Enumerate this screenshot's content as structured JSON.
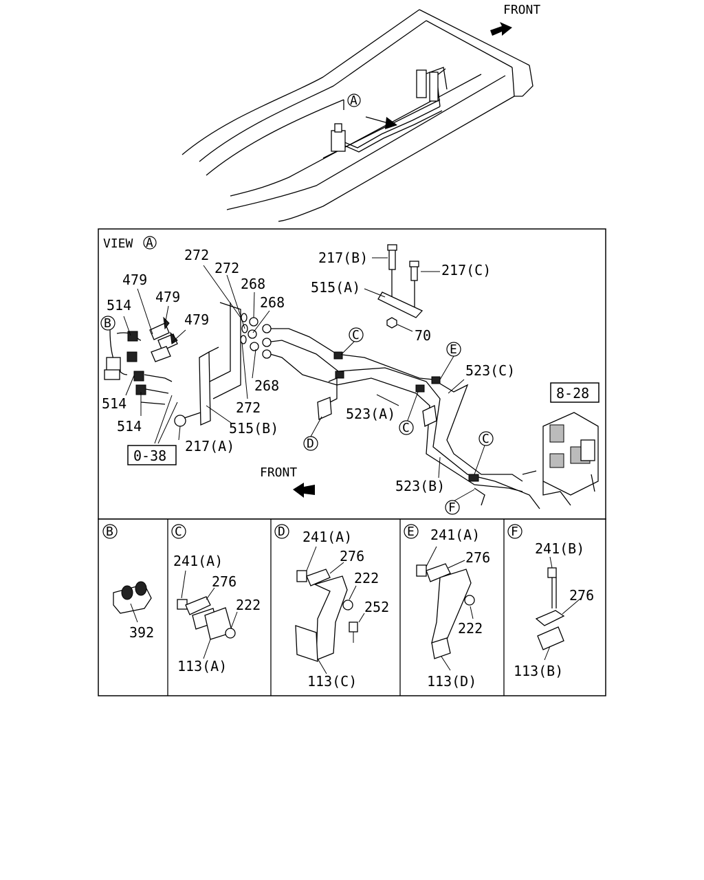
{
  "top_view": {
    "front_label": "FRONT",
    "view_marker": "A"
  },
  "main_view": {
    "title": "VIEW",
    "title_marker": "A",
    "front_label": "FRONT",
    "callouts": {
      "c272_a": "272",
      "c272_b": "272",
      "c272_c": "272",
      "c268_a": "268",
      "c268_b": "268",
      "c268_c": "268",
      "c479_a": "479",
      "c479_b": "479",
      "c479_c": "479",
      "c514_a": "514",
      "c514_b": "514",
      "c514_c": "514",
      "c217b": "217(B)",
      "c217c": "217(C)",
      "c217a": "217(A)",
      "c515a": "515(A)",
      "c515b": "515(B)",
      "c70": "70",
      "c523a": "523(A)",
      "c523b": "523(B)",
      "c523c": "523(C)"
    },
    "markers": {
      "b": "B",
      "c1": "C",
      "c2": "C",
      "c3": "C",
      "d": "D",
      "e": "E",
      "f": "F"
    },
    "ref_boxes": {
      "ref_0_38": "0-38",
      "ref_8_28": "8-28"
    }
  },
  "details": {
    "b": {
      "marker": "B",
      "p392": "392"
    },
    "c": {
      "marker": "C",
      "p241a": "241(A)",
      "p276": "276",
      "p222": "222",
      "p113a": "113(A)"
    },
    "d": {
      "marker": "D",
      "p241a": "241(A)",
      "p276": "276",
      "p222": "222",
      "p252": "252",
      "p113c": "113(C)"
    },
    "e": {
      "marker": "E",
      "p241a": "241(A)",
      "p276": "276",
      "p222": "222",
      "p113d": "113(D)"
    },
    "f": {
      "marker": "F",
      "p241b": "241(B)",
      "p276": "276",
      "p113b": "113(B)"
    }
  }
}
